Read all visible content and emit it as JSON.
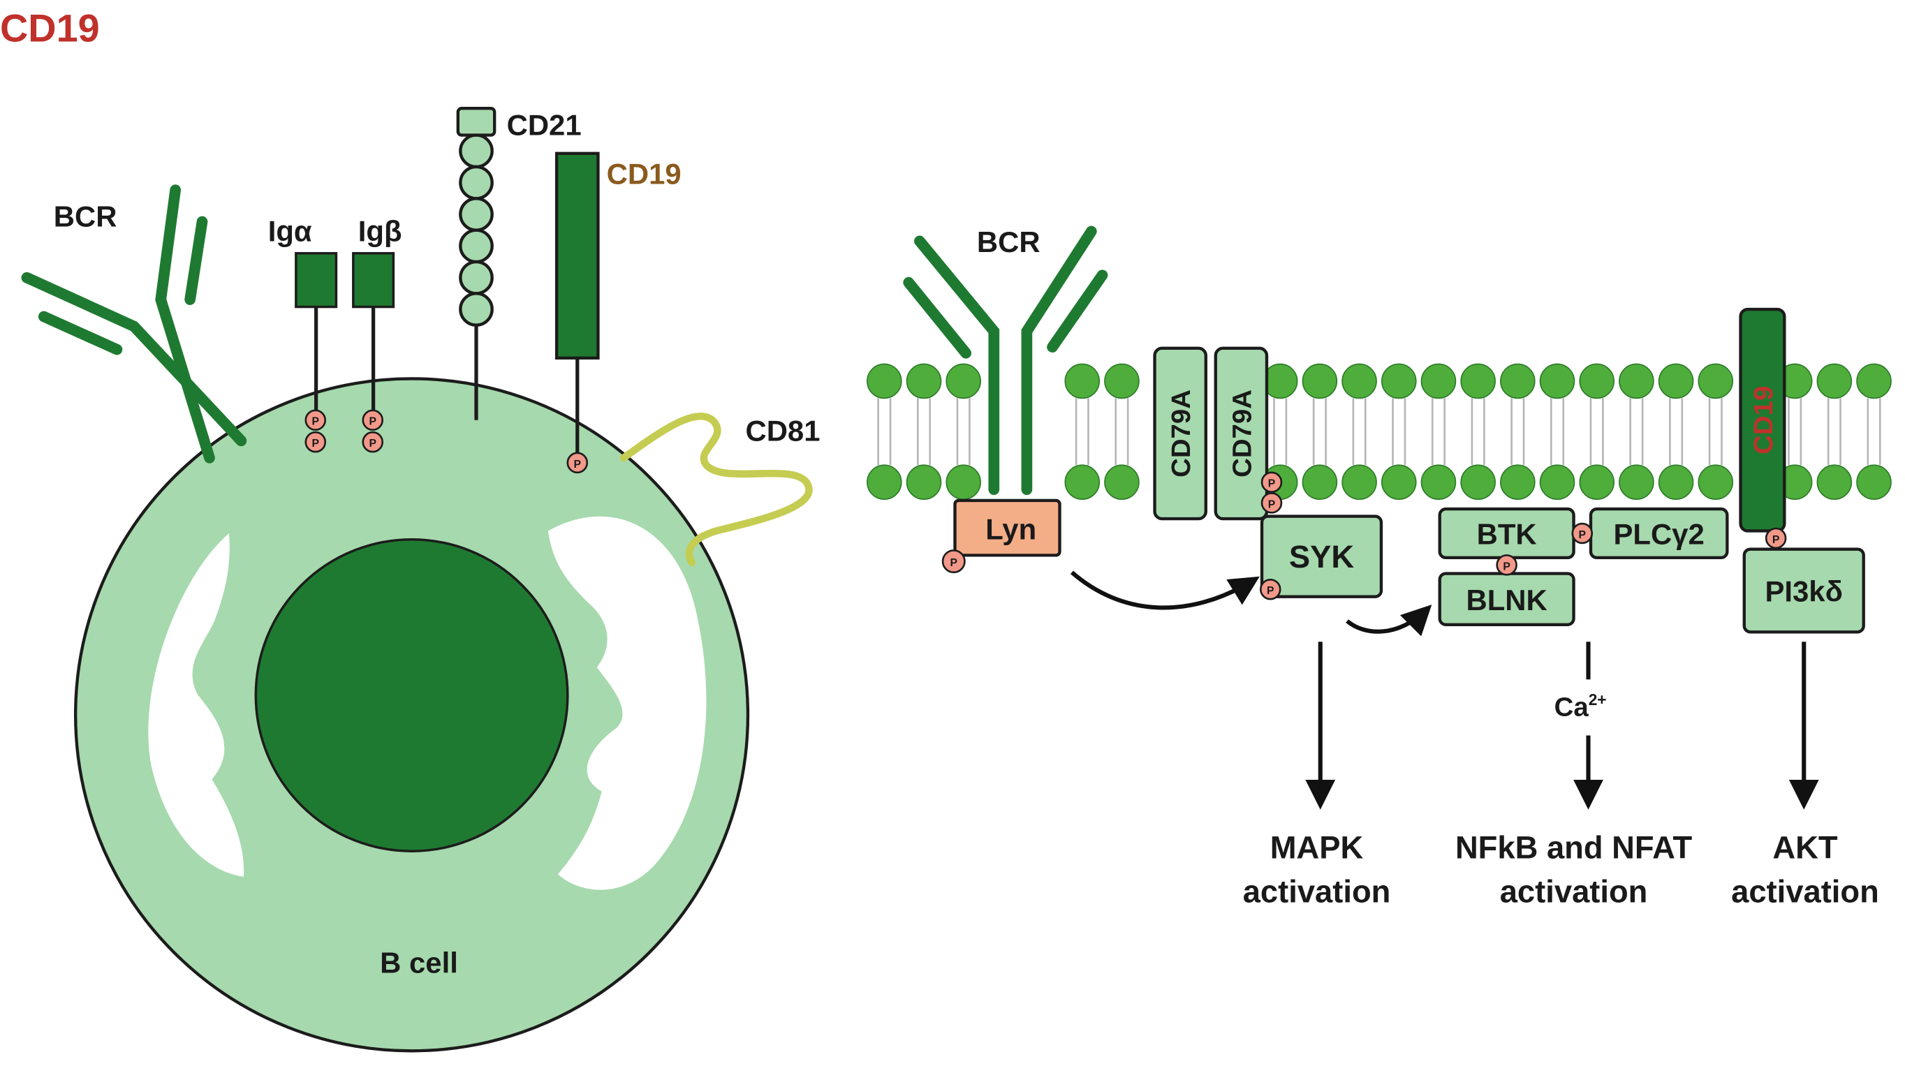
{
  "title": "CD19",
  "colors": {
    "title": "#c0312b",
    "cd19_label": "#8a5a1e",
    "dark_green": "#1f7a31",
    "light_green": "#a6d9ad",
    "lyn_fill": "#f4ae87",
    "phospho_fill": "#f2998a",
    "cd81": "#c5cc52",
    "lipid_head": "#4fae3b"
  },
  "left_panel": {
    "bcr": "BCR",
    "ig_alpha": "Igα",
    "ig_beta": "Igβ",
    "cd21": "CD21",
    "cd19": "CD19",
    "cd81": "CD81",
    "b_cell": "B cell",
    "phospho": "P"
  },
  "right_panel": {
    "bcr": "BCR",
    "lyn": "Lyn",
    "cd79a_1": "CD79A",
    "cd79a_2": "CD79A",
    "cd19": "CD19",
    "syk": "SYK",
    "btk": "BTK",
    "plcg2": "PLCγ2",
    "blnk": "BLNK",
    "pi3kd": "PI3kδ",
    "calcium": "Ca",
    "calcium_charge": "2+",
    "phospho": "P",
    "outputs": {
      "mapk_line1": "MAPK",
      "mapk_line2": "activation",
      "nf_line1": "NFkB and NFAT",
      "nf_line2": "activation",
      "akt_line1": "AKT",
      "akt_line2": "activation"
    }
  }
}
